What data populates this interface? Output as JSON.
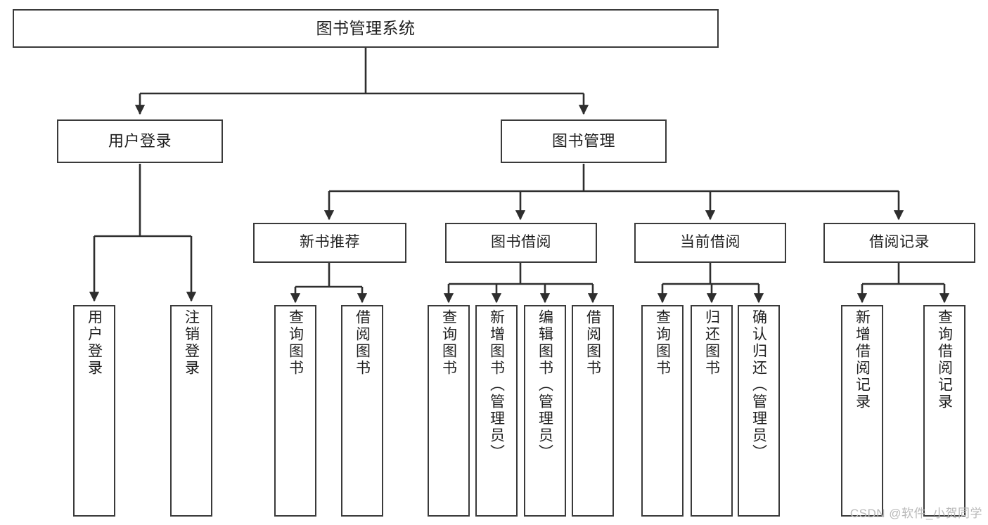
{
  "diagram": {
    "title": "图书管理系统",
    "type": "tree-hierarchy",
    "watermark": "CSDN @软件_小贺同学",
    "colors": {
      "box_border": "#3a3a3a",
      "box_fill": "#ffffff",
      "line": "#2e2e2e",
      "text": "#1f1f1f",
      "watermark": "#b9b9b9",
      "background": "#ffffff"
    },
    "nodes": {
      "root": {
        "label": "图书管理系统"
      },
      "level2": [
        {
          "label": "用户登录"
        },
        {
          "label": "图书管理"
        }
      ],
      "level3": [
        {
          "label": "新书推荐"
        },
        {
          "label": "图书借阅"
        },
        {
          "label": "当前借阅"
        },
        {
          "label": "借阅记录"
        }
      ],
      "leaves": {
        "user_login": [
          {
            "label": "用户登录"
          },
          {
            "label": "注销登录"
          }
        ],
        "new_book_recommend": [
          {
            "label": "查询图书"
          },
          {
            "label": "借阅图书"
          }
        ],
        "book_borrow": [
          {
            "label": "查询图书"
          },
          {
            "label": "新增图书（管理员）"
          },
          {
            "label": "编辑图书（管理员）"
          },
          {
            "label": "借阅图书"
          }
        ],
        "current_borrow": [
          {
            "label": "查询图书"
          },
          {
            "label": "归还图书"
          },
          {
            "label": "确认归还（管理员）"
          }
        ],
        "borrow_record": [
          {
            "label": "新增借阅记录"
          },
          {
            "label": "查询借阅记录"
          }
        ]
      }
    }
  }
}
